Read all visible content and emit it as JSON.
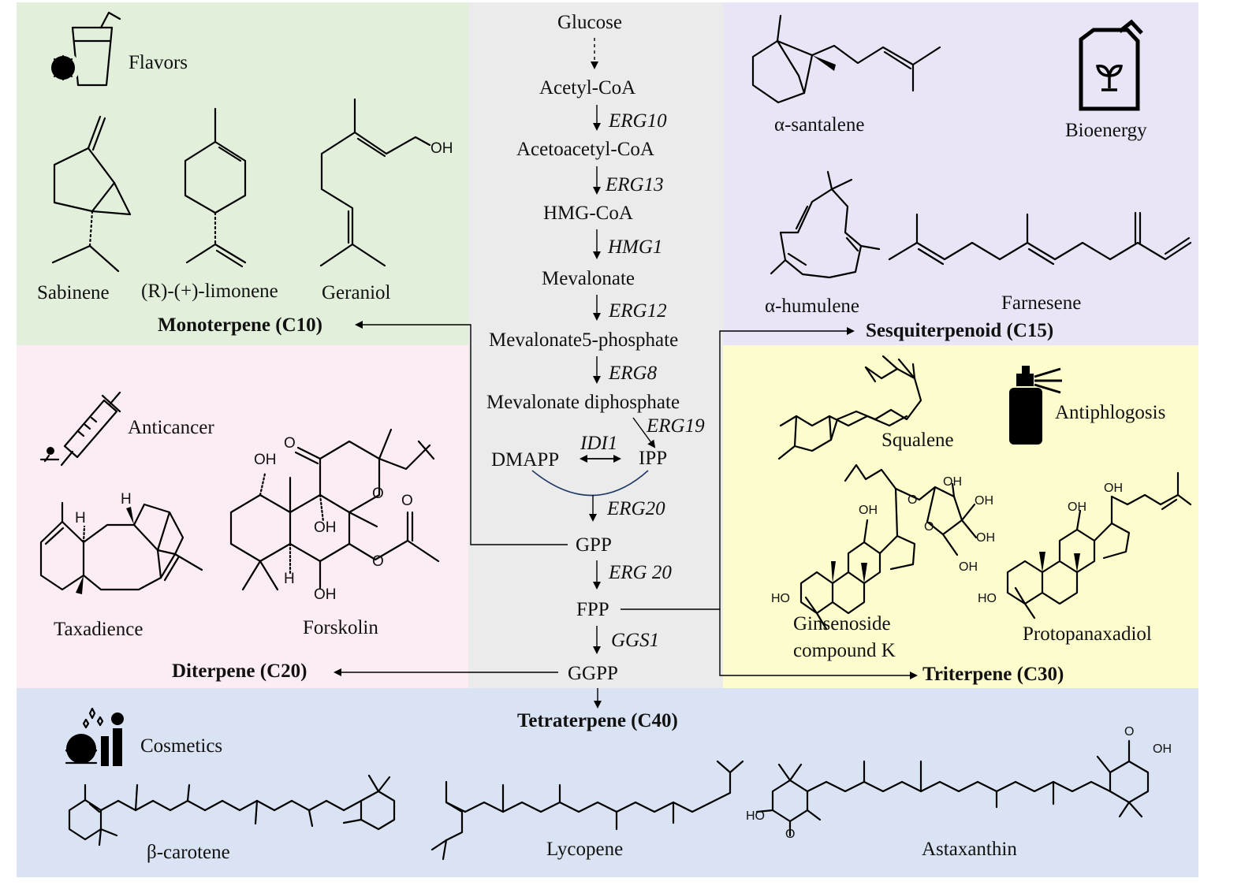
{
  "colors": {
    "flavors_bg": "#e2efda",
    "anticancer_bg": "#fcecf3",
    "pathway_bg": "#ebebeb",
    "bioenergy_bg": "#e9e5f6",
    "antiphlogosis_bg": "#fdfccd",
    "cosmetics_bg": "#dae3f3",
    "arc_color": "#203864"
  },
  "pathway": {
    "glucose": "Glucose",
    "acetyl_coa": "Acetyl-CoA",
    "erg10": "ERG10",
    "acetoacetyl_coa": "Acetoacetyl-CoA",
    "erg13": "ERG13",
    "hmg_coa": "HMG-CoA",
    "hmg1": "HMG1",
    "mevalonate": "Mevalonate",
    "erg12": "ERG12",
    "mev5p": "Mevalonate5-phosphate",
    "erg8": "ERG8",
    "mevpp": "Mevalonate diphosphate",
    "erg19": "ERG19",
    "idi1": "IDI1",
    "dmapp": "DMAPP",
    "ipp": "IPP",
    "erg20": "ERG20",
    "gpp": "GPP",
    "erg20b": "ERG 20",
    "fpp": "FPP",
    "ggs1": "GGS1",
    "ggpp": "GGPP"
  },
  "classes": {
    "monoterpene": "Monoterpene (C10)",
    "sesquiterpenoid": "Sesquiterpenoid (C15)",
    "diterpene": "Diterpene (C20)",
    "triterpene": "Triterpene (C30)",
    "tetraterpene": "Tetraterpene (C40)"
  },
  "applications": {
    "flavors": "Flavors",
    "anticancer": "Anticancer",
    "bioenergy": "Bioenergy",
    "antiphlogosis": "Antiphlogosis",
    "cosmetics": "Cosmetics"
  },
  "compounds": {
    "sabinene": "Sabinene",
    "limonene": "(R)-(+)-limonene",
    "geraniol": "Geraniol",
    "taxadience": "Taxadience",
    "forskolin": "Forskolin",
    "santalene": "α-santalene",
    "humulene": "α-humulene",
    "farnesene": "Farnesene",
    "squalene": "Squalene",
    "ginsenoside_l1": "Ginsenoside",
    "ginsenoside_l2": "compound K",
    "protopanaxadiol": "Protopanaxadiol",
    "carotene": "β-carotene",
    "lycopene": "Lycopene",
    "astaxanthin": "Astaxanthin"
  },
  "atoms": {
    "oh": "OH",
    "o": "O",
    "h": "H",
    "ho": "HO"
  }
}
